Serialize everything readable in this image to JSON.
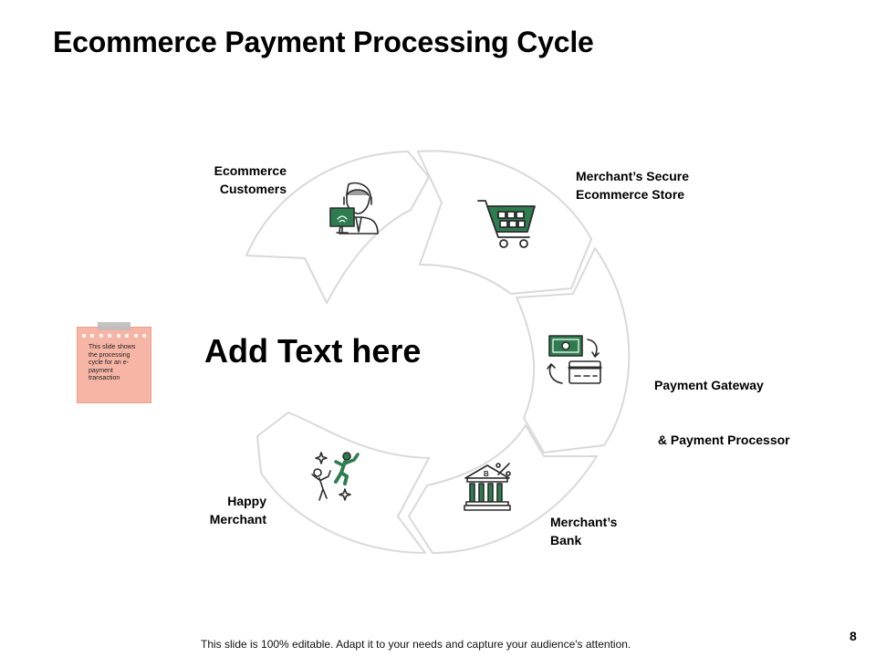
{
  "slide": {
    "title": "Ecommerce Payment Processing Cycle",
    "center_text": "Add Text here",
    "footer": "This slide is 100% editable. Adapt it to your needs and capture your audience's attention.",
    "page_number": "8"
  },
  "note": {
    "text": "This slide shows the processing cycle for an e- payment transaction"
  },
  "stages": [
    {
      "line1": "Ecommerce",
      "line2": "Customers",
      "icon": "customer-at-computer-icon"
    },
    {
      "line1": "Merchant’s Secure",
      "line2": "Ecommerce Store",
      "icon": "shopping-cart-icon"
    },
    {
      "line1": "Payment Gateway",
      "line2": " & Payment Processor",
      "icon": "cash-card-exchange-icon"
    },
    {
      "line1": "Merchant’s",
      "line2": "Bank",
      "icon": "bank-icon"
    },
    {
      "line1": "Happy",
      "line2": "Merchant",
      "icon": "celebrating-people-icon"
    }
  ],
  "colors": {
    "accent_green": "#2e7d4f",
    "arrow_stroke": "#d9d9d9",
    "note_fill": "#f7b5a6"
  }
}
